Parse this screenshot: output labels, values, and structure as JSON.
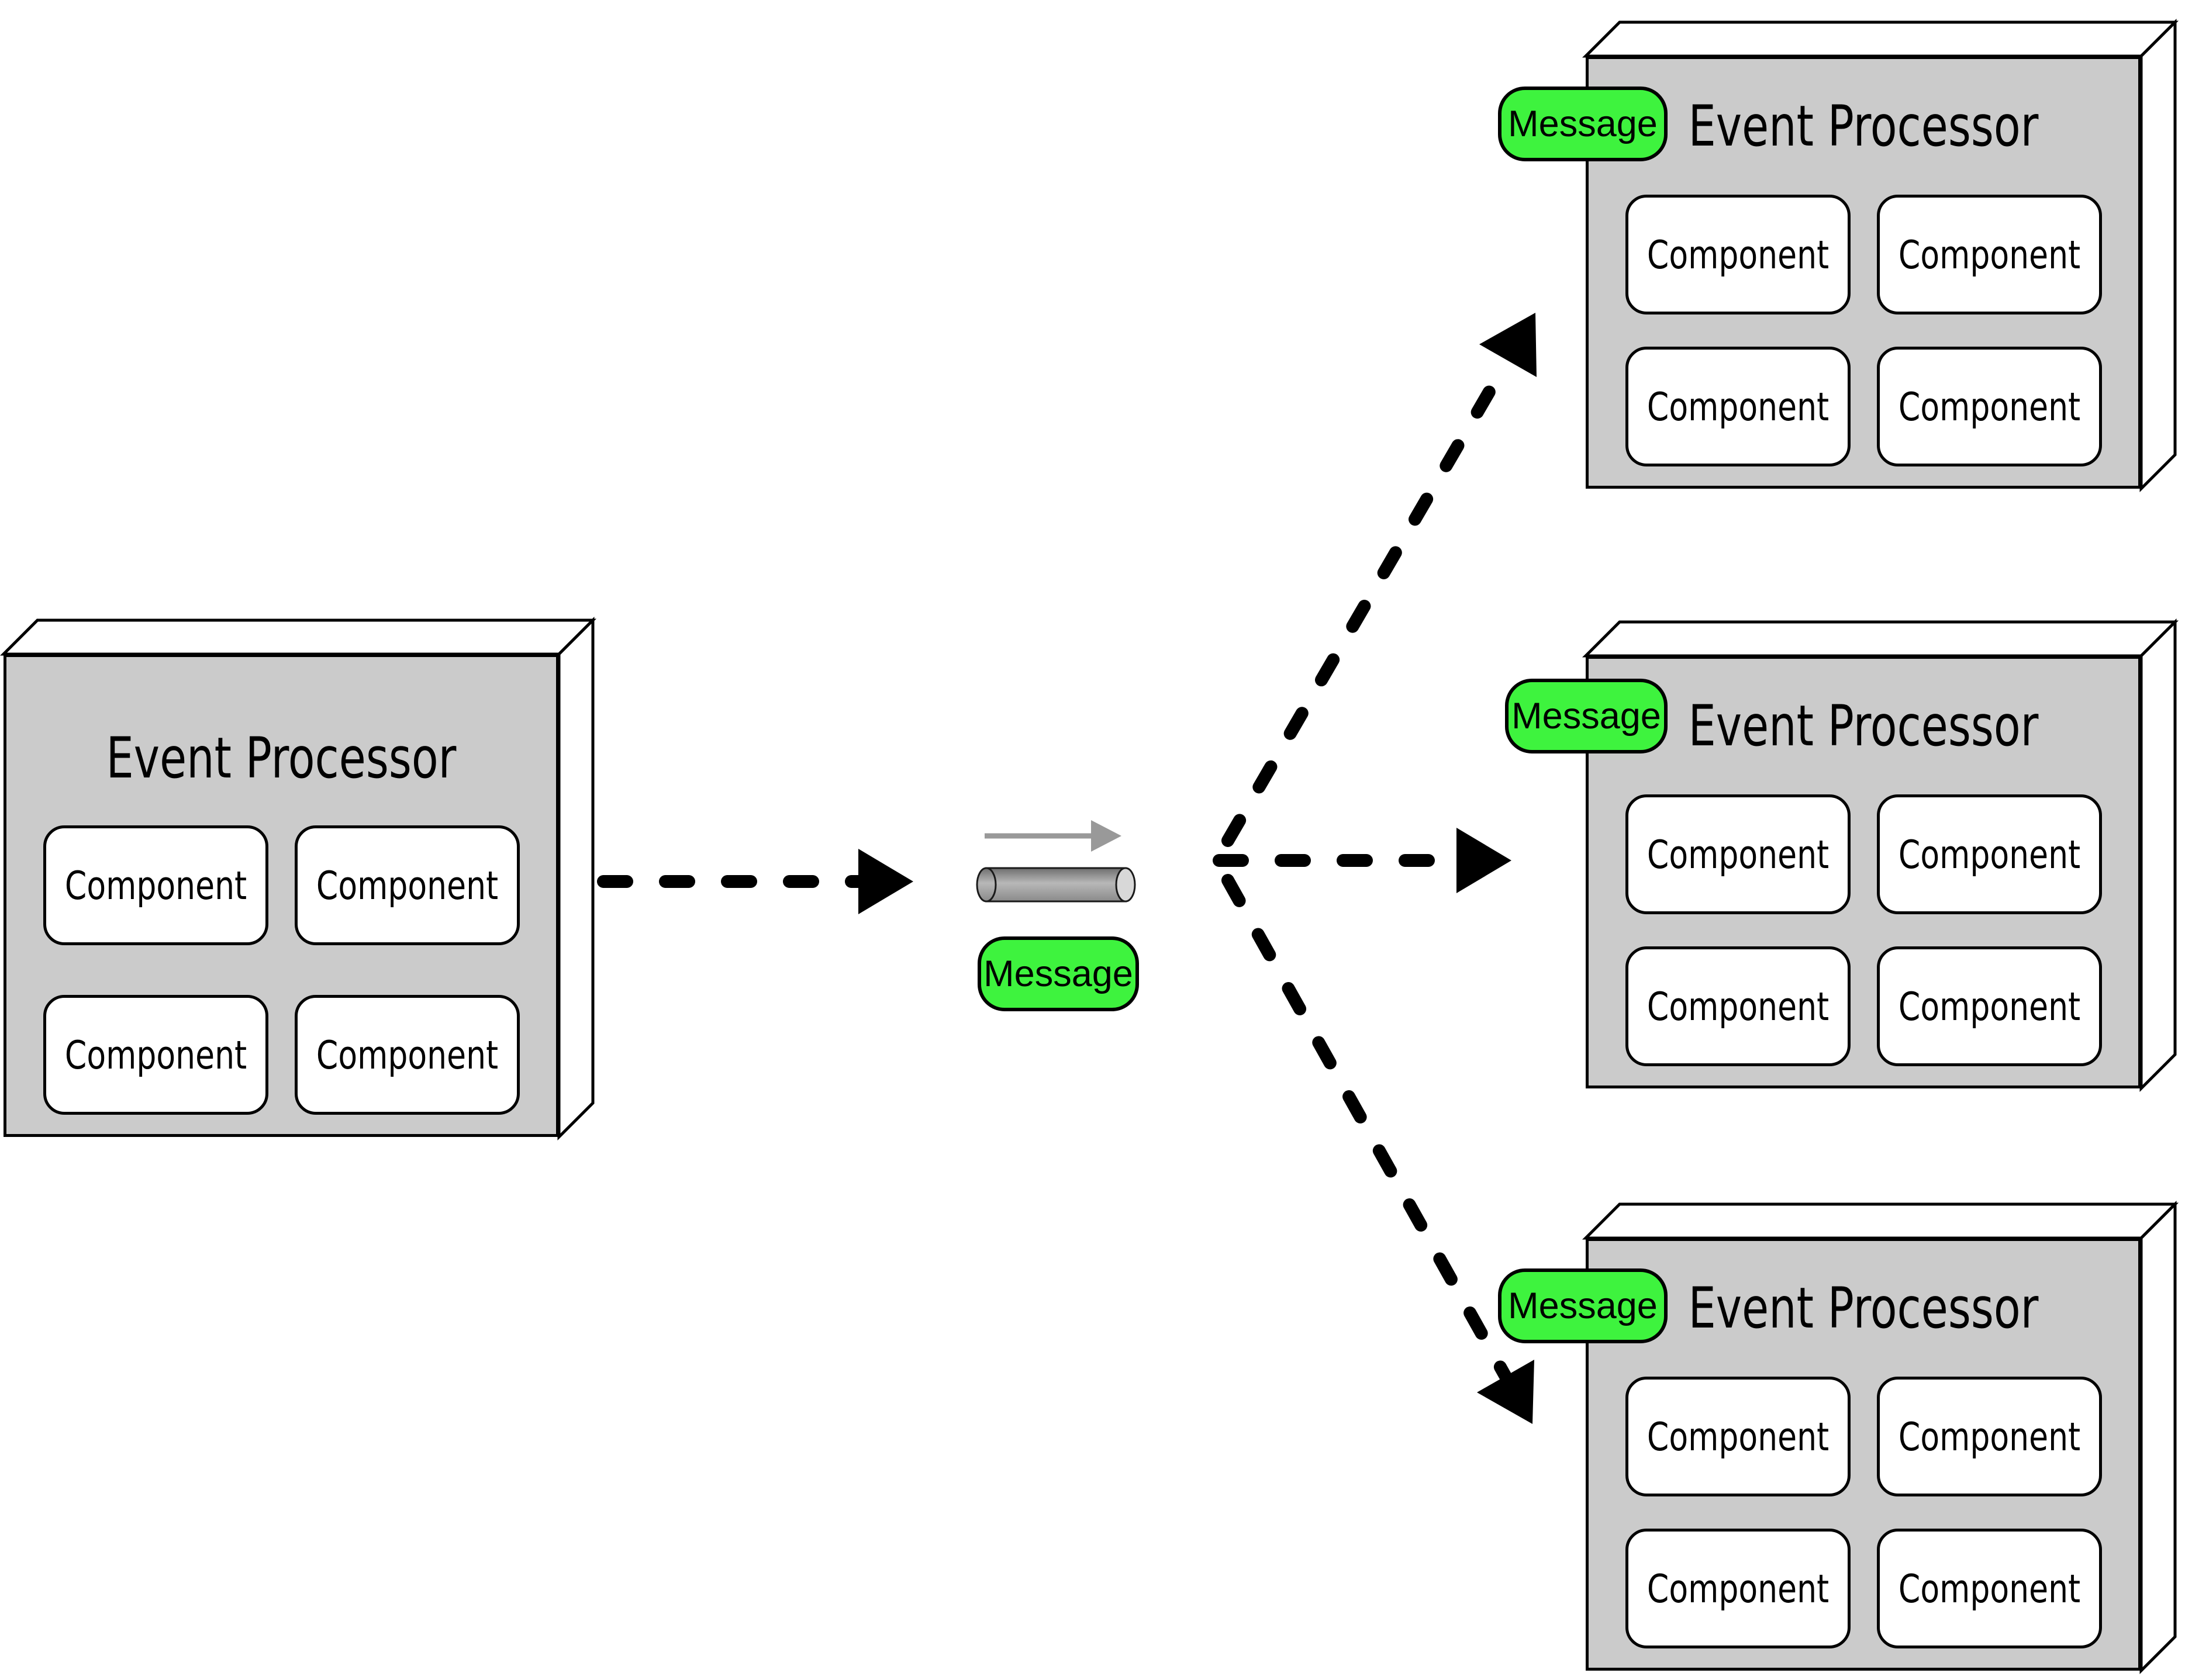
{
  "source": {
    "title": "Event Processor",
    "components": [
      "Component",
      "Component",
      "Component",
      "Component"
    ]
  },
  "subscribers": [
    {
      "title": "Event Processor",
      "badge": "Message",
      "components": [
        "Component",
        "Component",
        "Component",
        "Component"
      ]
    },
    {
      "title": "Event Processor",
      "badge": "Message",
      "components": [
        "Component",
        "Component",
        "Component",
        "Component"
      ]
    },
    {
      "title": "Event Processor",
      "badge": "Message",
      "components": [
        "Component",
        "Component",
        "Component",
        "Component"
      ]
    }
  ],
  "channel": {
    "message_label": "Message",
    "pipe_icon": "cylinder-pipe-icon",
    "flow_icon": "gray-flow-arrow-icon"
  },
  "colors": {
    "message_green": "#3ef33e",
    "box_fill": "#cbcbcb",
    "face_white": "#ffffff",
    "outline": "#000000",
    "channel_gray": "#999999",
    "cylinder_cap": "#d8d8d8"
  }
}
